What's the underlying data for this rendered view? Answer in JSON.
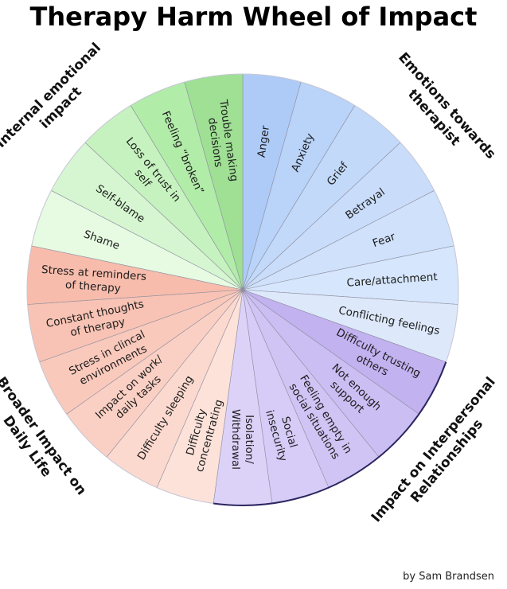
{
  "title": "Therapy Harm Wheel of Impact",
  "credit": "by Sam Brandsen",
  "categories": [
    {
      "name": "Emotions towards therapist",
      "label_lines": [
        "Emotions towards",
        "therapist"
      ],
      "color": "#aecbf5",
      "segments": [
        {
          "lines": [
            "Anger"
          ],
          "color": "#aecbf8"
        },
        {
          "lines": [
            "Anxiety"
          ],
          "color": "#b9d3f9"
        },
        {
          "lines": [
            "Grief"
          ],
          "color": "#c2d9fa"
        },
        {
          "lines": [
            "Betrayal"
          ],
          "color": "#c9ddfa"
        },
        {
          "lines": [
            "Fear"
          ],
          "color": "#cfe1fb"
        },
        {
          "lines": [
            "Care/attachment"
          ],
          "color": "#d6e6fc"
        },
        {
          "lines": [
            "Conflicting feelings"
          ],
          "color": "#dde9fb"
        }
      ]
    },
    {
      "name": "Impact on Interpersonal Relationships",
      "label_lines": [
        "Impact on Interpersonal",
        "Relationships"
      ],
      "color": "#c8b8f2",
      "segments": [
        {
          "lines": [
            "Difficulty trusting",
            "others"
          ],
          "color": "#c2b2f0"
        },
        {
          "lines": [
            "Not enough",
            "support"
          ],
          "color": "#cbbef3"
        },
        {
          "lines": [
            "Feeling empty in",
            "social situations"
          ],
          "color": "#d0c4f5"
        },
        {
          "lines": [
            "Social",
            "insecurity"
          ],
          "color": "#d6ccf7"
        },
        {
          "lines": [
            "Isolation/",
            "Withdrawal"
          ],
          "color": "#dcd2f8"
        }
      ]
    },
    {
      "name": "Broader Impact on Daily Life",
      "label_lines": [
        "Broader Impact on",
        "Daily Life"
      ],
      "color": "#f7c2b5",
      "segments": [
        {
          "lines": [
            "Difficulty",
            "concentrating"
          ],
          "color": "#fde2da"
        },
        {
          "lines": [
            "Difficulty sleeping"
          ],
          "color": "#fcd9cf"
        },
        {
          "lines": [
            "Impact on work/",
            "daily tasks"
          ],
          "color": "#fbd0c4"
        },
        {
          "lines": [
            "Stress in clincal",
            "environments"
          ],
          "color": "#f9c9bc"
        },
        {
          "lines": [
            "Constant thoughts",
            "of therapy"
          ],
          "color": "#f8c3b4"
        },
        {
          "lines": [
            "Stress at reminders",
            "of therapy"
          ],
          "color": "#f7bcac"
        }
      ]
    },
    {
      "name": "Internal emotional impact",
      "label_lines": [
        "Internal emotional",
        "impact"
      ],
      "color": "#b6ecb0",
      "segments": [
        {
          "lines": [
            "Shame"
          ],
          "color": "#e6fbe2"
        },
        {
          "lines": [
            "Self-blame"
          ],
          "color": "#d5f6d0"
        },
        {
          "lines": [
            "Loss of trust in",
            "self"
          ],
          "color": "#c6f2bf"
        },
        {
          "lines": [
            "Feeling “broken”"
          ],
          "color": "#b2eca9"
        },
        {
          "lines": [
            "Trouble making",
            "decisions"
          ],
          "color": "#9fe094"
        }
      ]
    }
  ]
}
